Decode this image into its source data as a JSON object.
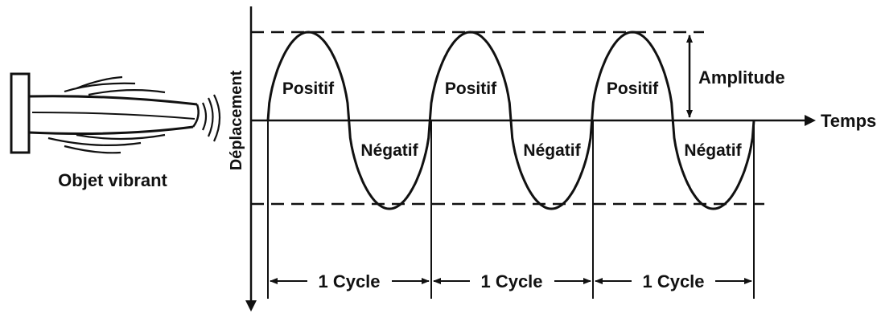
{
  "diagram": {
    "object_label": "Objet vibrant",
    "y_axis_label": "Déplacement",
    "x_axis_label": "Temps",
    "amplitude_label": "Amplitude",
    "positive_label": "Positif",
    "negative_label": "Négatif",
    "cycle_label": "1 Cycle",
    "cycle_count": 3,
    "line_color": "#111111",
    "background_color": "#ffffff"
  }
}
